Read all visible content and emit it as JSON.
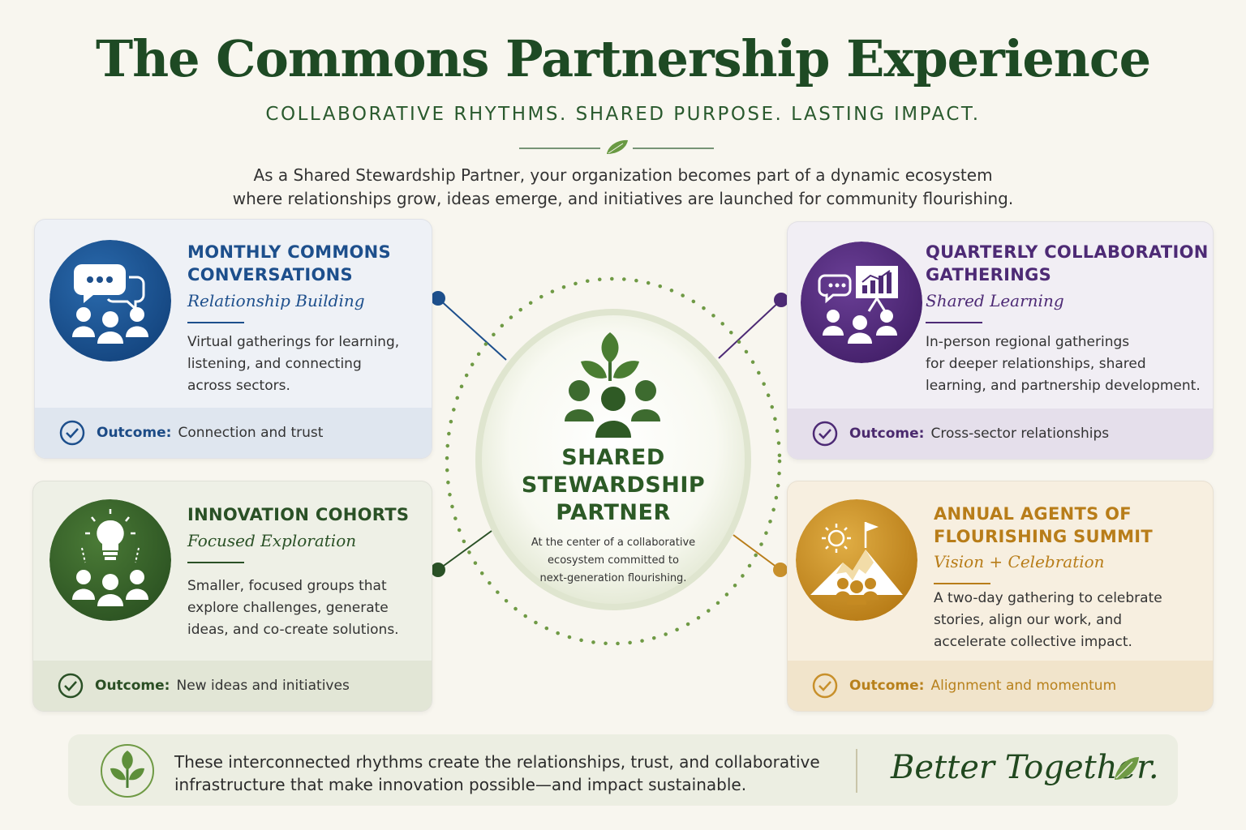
{
  "header": {
    "title": "The Commons Partnership Experience",
    "subtitle": "COLLABORATIVE RHYTHMS.  SHARED PURPOSE.  LASTING IMPACT.",
    "intro_line1": "As a Shared Stewardship Partner, your organization becomes part of a dynamic ecosystem",
    "intro_line2": "where relationships grow, ideas emerge, and initiatives are launched for community flourishing."
  },
  "center": {
    "title_line1": "SHARED",
    "title_line2": "STEWARDSHIP",
    "title_line3": "PARTNER",
    "desc_line1": "At the center of a collaborative",
    "desc_line2": "ecosystem committed to",
    "desc_line3": "next-generation flourishing."
  },
  "cards": {
    "monthly": {
      "title_line1": "MONTHLY COMMONS",
      "title_line2": "CONVERSATIONS",
      "subtitle": "Relationship Building",
      "desc_line1": "Virtual gatherings for learning,",
      "desc_line2": "listening, and connecting",
      "desc_line3": "across sectors.",
      "outcome_label": "Outcome:",
      "outcome_value": "Connection and trust",
      "icon": "chat-people-icon",
      "color": "#1d4f8c"
    },
    "quarterly": {
      "title_line1": "QUARTERLY COLLABORATION",
      "title_line2": "GATHERINGS",
      "subtitle": "Shared Learning",
      "desc_line1": "In-person regional gatherings",
      "desc_line2": "for deeper relationships, shared",
      "desc_line3": "learning, and partnership development.",
      "outcome_label": "Outcome:",
      "outcome_value": "Cross-sector relationships",
      "icon": "presentation-people-icon",
      "color": "#4d2a75"
    },
    "innovation": {
      "title_line1": "INNOVATION COHORTS",
      "subtitle": "Focused Exploration",
      "desc_line1": "Smaller, focused groups that",
      "desc_line2": "explore challenges, generate",
      "desc_line3": "ideas, and co-create solutions.",
      "outcome_label": "Outcome:",
      "outcome_value": "New ideas and initiatives",
      "icon": "lightbulb-people-icon",
      "color": "#2a5126"
    },
    "annual": {
      "title_line1": "ANNUAL AGENTS OF",
      "title_line2": "FLOURISHING SUMMIT",
      "subtitle": "Vision + Celebration",
      "desc_line1": "A two-day gathering to celebrate",
      "desc_line2": "stories, align our work, and",
      "desc_line3": "accelerate collective impact.",
      "outcome_label": "Outcome:",
      "outcome_value": "Alignment and momentum",
      "icon": "mountain-flag-icon",
      "color": "#b87d19"
    }
  },
  "footer": {
    "text_line1": "These interconnected rhythms create the relationships, trust, and collaborative",
    "text_line2": "infrastructure that make innovation possible—and impact sustainable.",
    "tagline": "Better Together."
  }
}
